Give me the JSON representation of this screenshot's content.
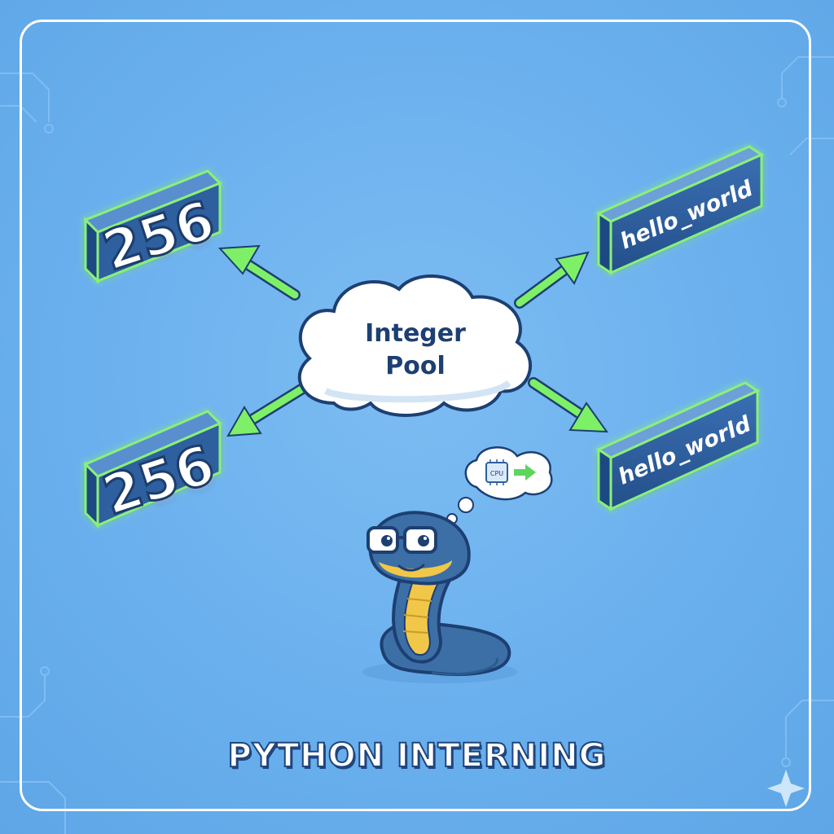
{
  "title": "PYTHON INTERNING",
  "pool": {
    "line1": "Integer",
    "line2": "Pool"
  },
  "numbers": {
    "top": "256",
    "bottom": "256"
  },
  "strings": {
    "top": "hello_world",
    "bottom": "hello_world"
  },
  "thought": {
    "chip_label": "CPU"
  },
  "colors": {
    "background": "#6cb2ef",
    "arrow": "#7ef067",
    "block_blue": "#2e5f9e",
    "snake_blue": "#3c6fa6",
    "snake_yellow": "#f1c74a",
    "text_dark": "#1d3f72"
  }
}
